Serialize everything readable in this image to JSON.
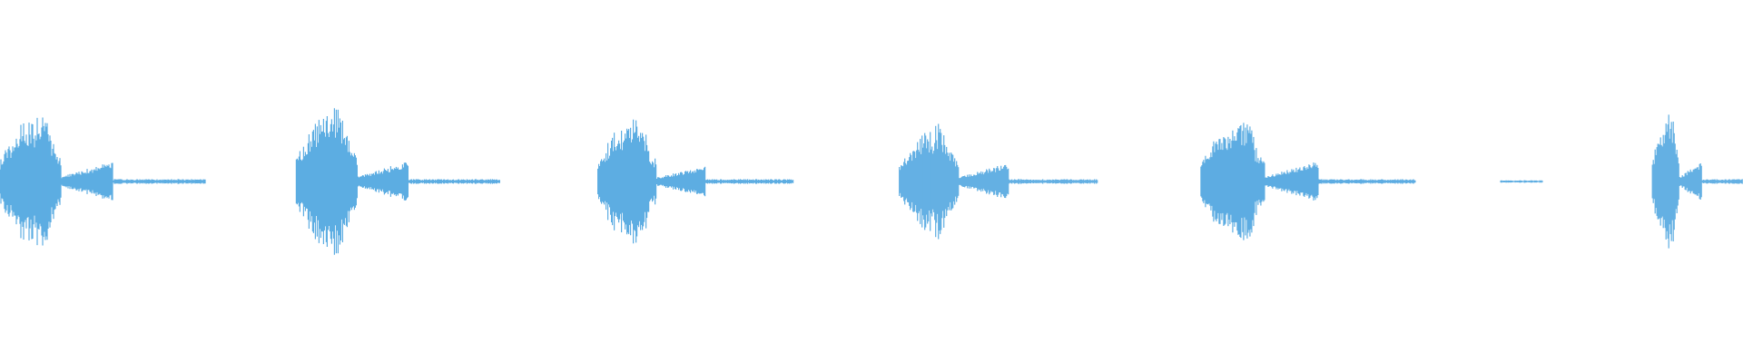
{
  "waveform": {
    "color": "#5DADE2",
    "background": "#ffffff",
    "segments": [
      {
        "start": 0.0,
        "end": 0.118,
        "peak": 0.62,
        "tail": 0.1
      },
      {
        "start": 0.17,
        "end": 0.287,
        "peak": 0.66,
        "tail": 0.1
      },
      {
        "start": 0.343,
        "end": 0.455,
        "peak": 0.58,
        "tail": 0.08
      },
      {
        "start": 0.516,
        "end": 0.63,
        "peak": 0.5,
        "tail": 0.09
      },
      {
        "start": 0.689,
        "end": 0.812,
        "peak": 0.56,
        "tail": 0.1
      },
      {
        "start": 0.861,
        "end": 0.885,
        "peak": 0.02,
        "tail": 0.0
      },
      {
        "start": 0.948,
        "end": 1.0,
        "peak": 0.62,
        "tail": 0.1
      }
    ]
  }
}
